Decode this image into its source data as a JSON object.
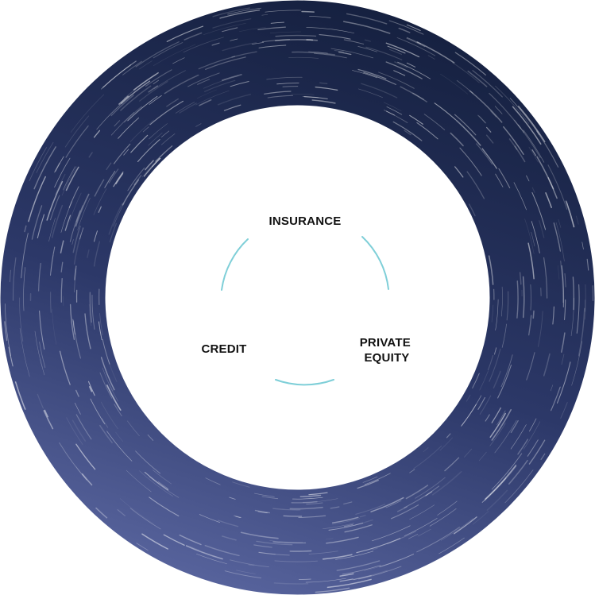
{
  "diagram": {
    "segments": [
      {
        "key": "insurance",
        "lines": [
          "INSURANCE"
        ]
      },
      {
        "key": "private-equity",
        "lines": [
          "PRIVATE",
          "EQUITY"
        ]
      },
      {
        "key": "credit",
        "lines": [
          "CREDIT"
        ]
      }
    ]
  },
  "colors": {
    "ring_top": "#15203f",
    "ring_bottom": "#55609a",
    "arc_accent": "#7fcfd8",
    "star_trail": "#ffffff",
    "label_text": "#111111",
    "background": "#ffffff"
  }
}
